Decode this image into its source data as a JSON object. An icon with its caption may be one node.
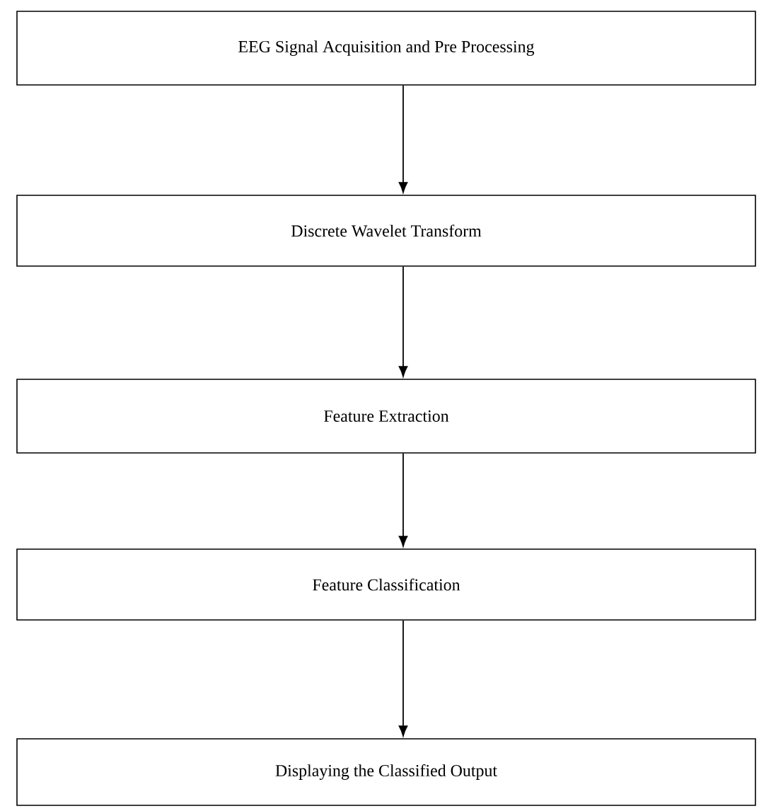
{
  "diagram": {
    "nodes": [
      {
        "text": [
          "EEG Signal Acquisition and Pre Processing"
        ]
      },
      {
        "text": [
          "Discrete Wavelet Transform"
        ]
      },
      {
        "text": [
          "Feature Extraction"
        ]
      },
      {
        "text": [
          "Feature Classification"
        ]
      },
      {
        "text": [
          "Displaying the Classified Output"
        ]
      }
    ],
    "edges": [
      {
        "from": 0,
        "to": 1,
        "arrow": "to"
      },
      {
        "from": 1,
        "to": 2,
        "arrow": "to"
      },
      {
        "from": 2,
        "to": 3,
        "arrow": "to"
      },
      {
        "from": 3,
        "to": 4,
        "arrow": "to"
      }
    ]
  }
}
